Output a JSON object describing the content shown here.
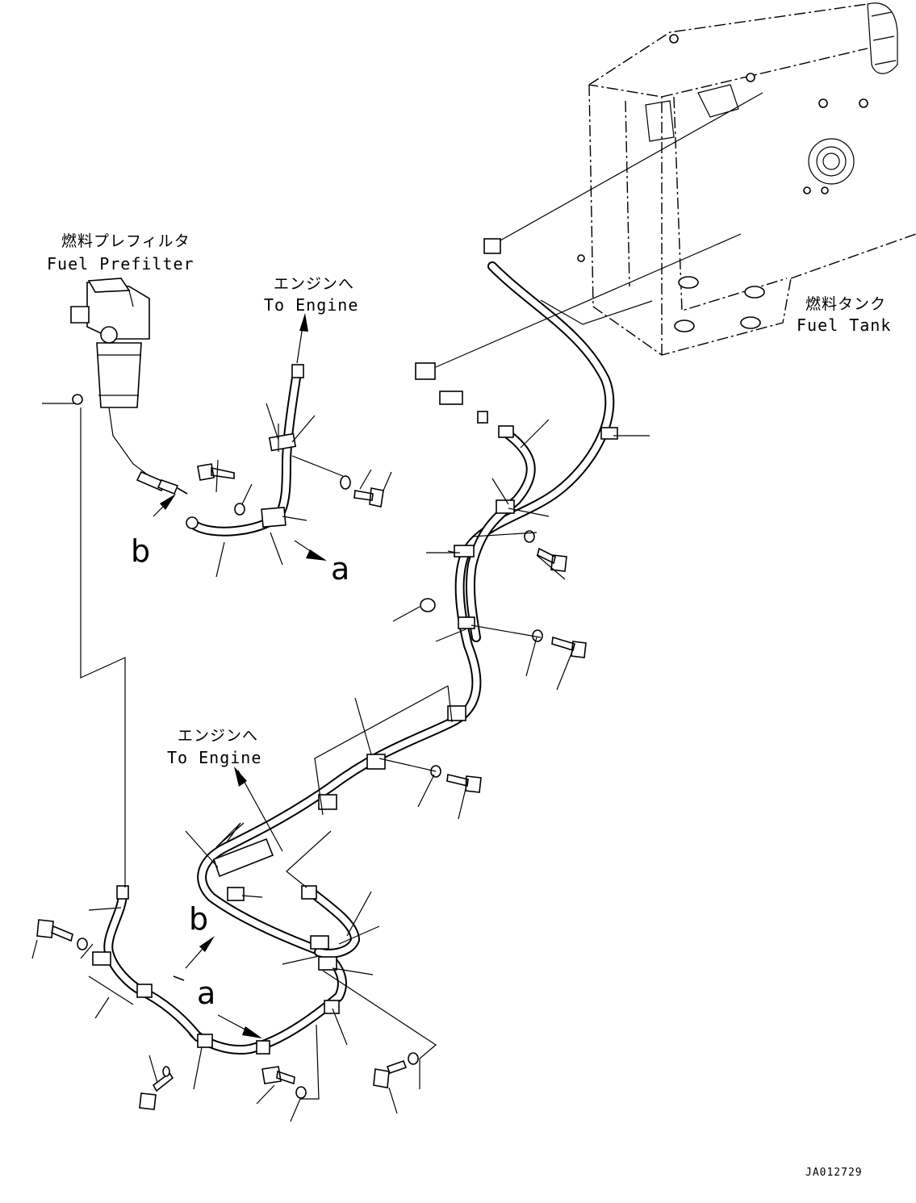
{
  "labels": {
    "prefilter_jp": "燃料プレフィルタ",
    "prefilter_en": "Fuel Prefilter",
    "engine_top_jp": "エンジンへ",
    "engine_top_en": "To Engine",
    "tank_jp": "燃料タンク",
    "tank_en": "Fuel Tank",
    "engine_mid_jp": "エンジンへ",
    "engine_mid_en": "To Engine",
    "ref_b_upper": "b",
    "ref_a_upper": "a",
    "ref_b_lower": "b",
    "ref_a_lower": "a",
    "drawing_code": "JA012729"
  }
}
